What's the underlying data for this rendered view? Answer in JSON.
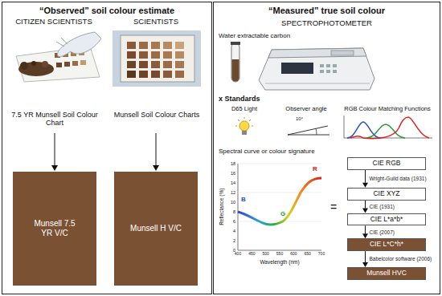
{
  "diagram": {
    "nodes": [
      {
        "text": [
          "“Observed” soil colour estimate"
        ]
      },
      {
        "text": [
          "“Measured” true soil colour"
        ]
      },
      {
        "text": [
          "Munsell 7.5 YR V/C"
        ],
        "in": 0
      },
      {
        "text": [
          "Munsell H V/C"
        ],
        "in": 0
      },
      {
        "text": [
          "CIE RGB"
        ],
        "in": 1
      },
      {
        "text": [
          "CIE XYZ"
        ],
        "in": 1
      },
      {
        "text": [
          "CIE L*a*b*"
        ],
        "in": 1
      },
      {
        "text": [
          "CIE L*C*h*"
        ],
        "in": 1
      },
      {
        "text": [
          "Munsell HVC"
        ],
        "in": 1
      }
    ],
    "edges": [
      {
        "from": 4,
        "to": 5,
        "arrow": "to",
        "label": "Wright-Guild data (1931)"
      },
      {
        "from": 5,
        "to": 6,
        "arrow": "to",
        "label": "CIE (1931)"
      },
      {
        "from": 6,
        "to": 7,
        "arrow": "to",
        "label": "CIE (2007)"
      },
      {
        "from": 7,
        "to": 8,
        "arrow": "to",
        "label": "Babelcolor software (2006)"
      }
    ],
    "labels": [
      "CITIZEN SCIENTISTS",
      "SCIENTISTS",
      "7.5 YR Munsell Soil Colour Chart",
      "Munsell Soil Colour Charts",
      "SPECTROPHOTOMETER",
      "Water extractable carbon",
      "x Standards",
      "D65 Light",
      "Observer angle",
      "RGB Colour Matching Functions",
      "10°",
      "Spectral curve or colour signature",
      "Reflectance (%)",
      "Wavelength (nm)",
      "0",
      "2",
      "4",
      "6",
      "8",
      "10",
      "12",
      "14",
      "16",
      "18",
      "400",
      "450",
      "500",
      "550",
      "600",
      "650",
      "700",
      "B",
      "G",
      "R",
      "="
    ]
  }
}
